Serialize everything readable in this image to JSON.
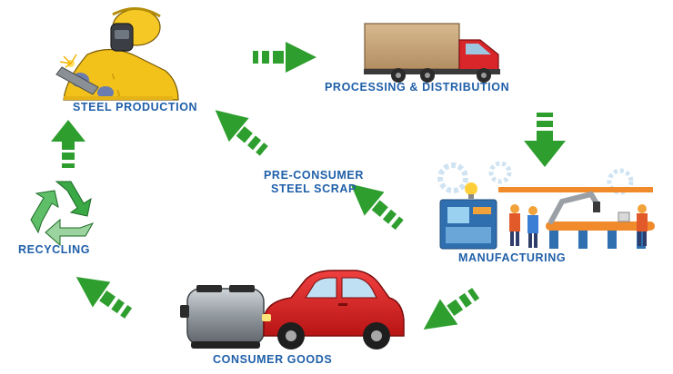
{
  "diagram": {
    "nodes": {
      "steel_production": {
        "label": "STEEL PRODUCTION",
        "icon": "welder-icon"
      },
      "processing_distribution": {
        "label": "PROCESSING & DISTRIBUTION",
        "icon": "delivery-truck-icon"
      },
      "manufacturing": {
        "label": "MANUFACTURING",
        "icon": "factory-assembly-line-icon"
      },
      "consumer_goods": {
        "label": "CONSUMER GOODS",
        "icon": "toaster-and-car-icon"
      },
      "recycling": {
        "label": "RECYCLING",
        "icon": "recycle-icon"
      },
      "pre_consumer_scrap": {
        "line1": "PRE-CONSUMER",
        "line2": "STEEL SCRAP"
      }
    },
    "colors": {
      "label": "#1f5fa8",
      "arrow": "#2e9e2e",
      "truck_cab": "#d9262b",
      "truck_box": "#c8a47a",
      "car": "#e02424",
      "welder_suit": "#f2c21b",
      "recycle": "#3aa845"
    }
  }
}
